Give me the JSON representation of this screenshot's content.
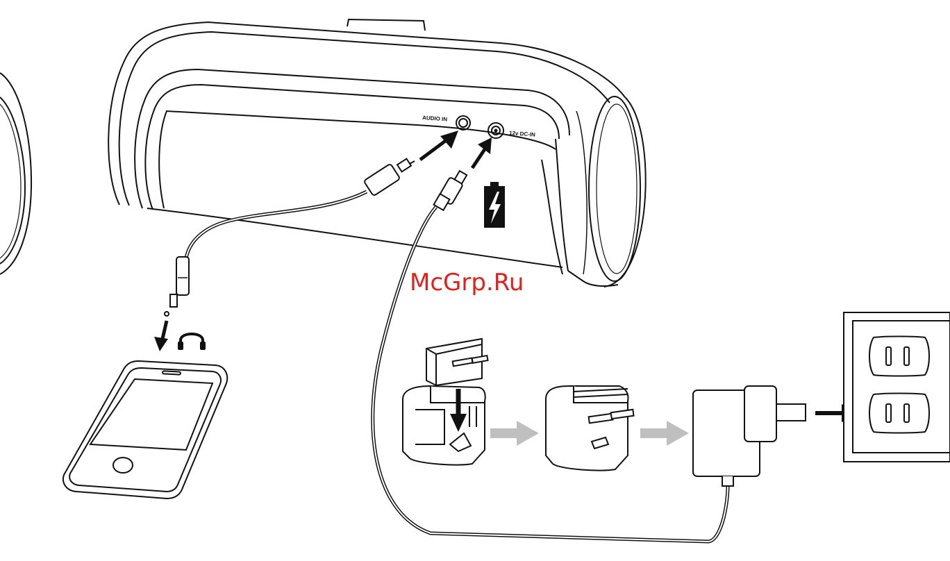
{
  "speaker": {
    "audio_in_label": "AUDIO IN",
    "dc_in_label": "12v DC-IN"
  },
  "watermark": {
    "text": "McGrp.Ru",
    "color": "#e0201b"
  },
  "colors": {
    "line": "#111111",
    "flow_arrow": "#bfbfbf",
    "background": "#ffffff"
  },
  "icons": [
    "battery-charging-icon",
    "headphones-icon",
    "arrow-icon",
    "smartphone-icon",
    "power-adapter-icon",
    "wall-outlet-icon",
    "plug-adapter-icon"
  ]
}
